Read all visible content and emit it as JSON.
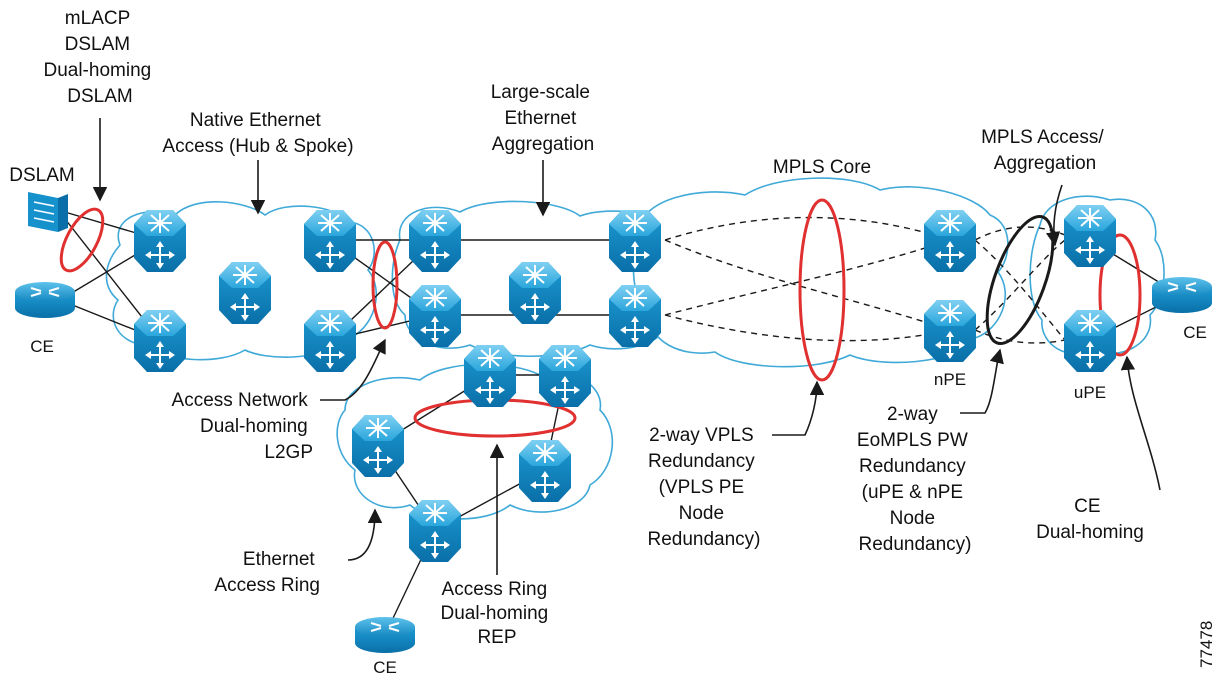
{
  "labels": {
    "mlacp": [
      "mLACP",
      "DSLAM",
      "Dual-homing",
      "DSLAM"
    ],
    "native": [
      "Native Ethernet",
      "Access (Hub & Spoke)"
    ],
    "large": [
      "Large-scale",
      "Ethernet",
      "Aggregation"
    ],
    "mpls_core": [
      "MPLS Core"
    ],
    "mpls_access": [
      "MPLS Access/",
      "Aggregation"
    ],
    "dslam": [
      "DSLAM"
    ],
    "ce_left": [
      "CE"
    ],
    "ce_right": [
      "CE"
    ],
    "ce_bottom": [
      "CE"
    ],
    "npe": [
      "nPE"
    ],
    "upe": [
      "uPE"
    ],
    "access_network": [
      "Access Network",
      "Dual-homing",
      "L2GP"
    ],
    "eth_ring": [
      "Ethernet",
      "Access Ring"
    ],
    "access_ring": [
      "Access Ring",
      "Dual-homing",
      "REP"
    ],
    "vpls": [
      "2-way VPLS",
      "Redundancy",
      "(VPLS PE",
      "Node",
      "Redundancy)"
    ],
    "eompls": [
      "2-way",
      "EoMPLS PW",
      "Redundancy",
      "(uPE & nPE",
      "Node",
      "Redundancy)"
    ],
    "ce_dual": [
      "CE",
      "Dual-homing"
    ],
    "figure_id": "77478"
  },
  "colors": {
    "switch_fill": "#1ea0d8",
    "cloud_stroke": "#3fa9d8",
    "redundancy_ellipse": "#e03030",
    "eompls_ellipse": "#1a1a1a"
  }
}
